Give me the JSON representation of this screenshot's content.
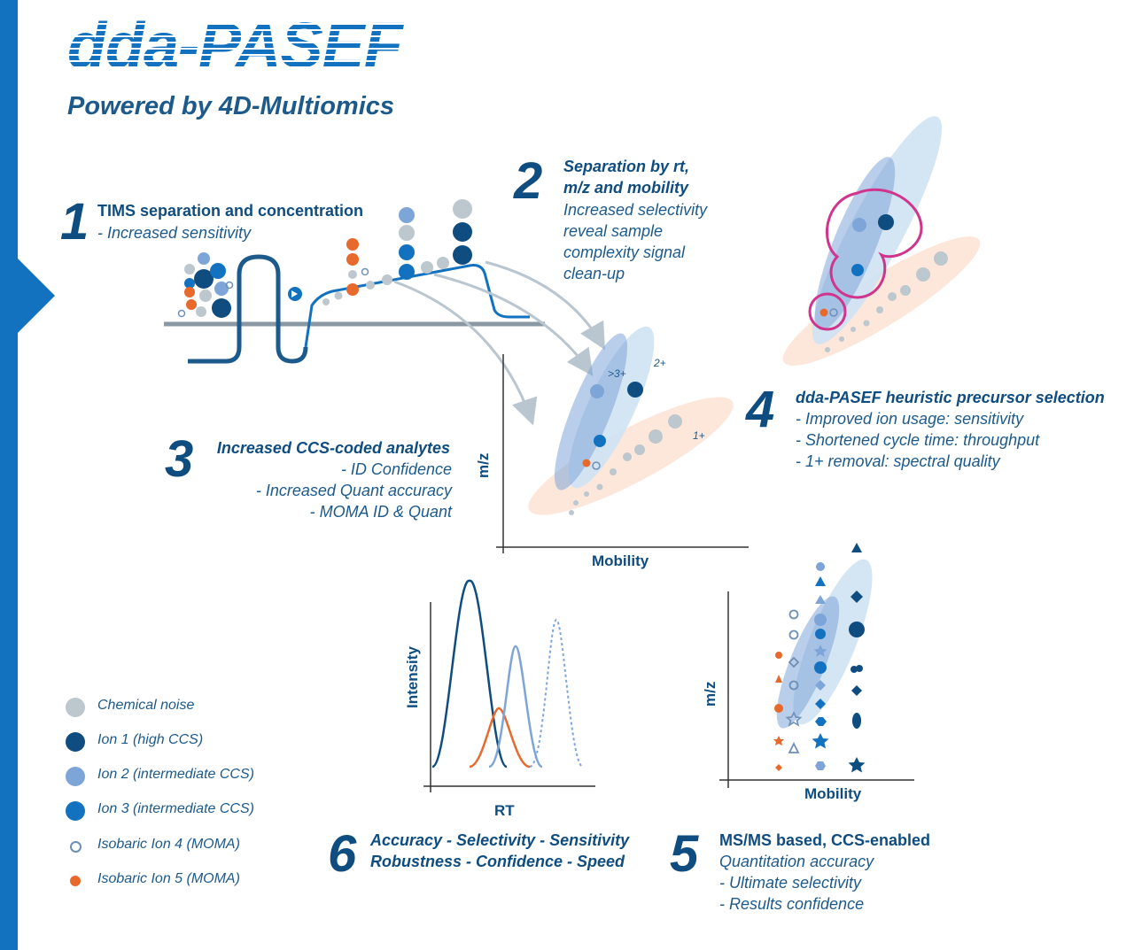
{
  "header": {
    "title": "dda-PASEF",
    "subtitle": "Powered by 4D-Multiomics"
  },
  "step1": {
    "number": "1",
    "title": "TIMS separation and concentration",
    "bullet": "-  Increased sensitivity"
  },
  "step2": {
    "number": "2",
    "title_line1": "Separation by rt,",
    "title_line2": "m/z and mobility",
    "desc": [
      "Increased selectivity",
      "reveal sample",
      "complexity signal",
      "clean-up"
    ]
  },
  "step3": {
    "number": "3",
    "title": "Increased CCS-coded analytes",
    "bullets": [
      "- ID Confidence",
      "- Increased Quant accuracy",
      "- MOMA ID & Quant"
    ]
  },
  "step4": {
    "number": "4",
    "title": "dda-PASEF heuristic precursor selection",
    "bullets": [
      "- Improved ion usage: sensitivity",
      "- Shortened cycle time: throughput",
      "- 1+ removal: spectral quality"
    ]
  },
  "step5": {
    "number": "5",
    "title": "MS/MS based, CCS-enabled",
    "bullets": [
      "Quantitation accuracy",
      "- Ultimate selectivity",
      "- Results confidence"
    ]
  },
  "step6": {
    "number": "6",
    "line1": "Accuracy - Selectivity - Sensitivity",
    "line2": "Robustness -  Confidence - Speed"
  },
  "plot_mz_mobility": {
    "ylabel": "m/z",
    "xlabel": "Mobility",
    "charge_labels": [
      ">3+",
      "2+",
      "1+"
    ]
  },
  "plot_rt": {
    "ylabel": "Intensity",
    "xlabel": "RT"
  },
  "plot_mz_mobility_2": {
    "ylabel": "m/z",
    "xlabel": "Mobility"
  },
  "legend": [
    {
      "label": "Chemical noise",
      "color": "#bcc7ce",
      "kind": "filled",
      "size": 22
    },
    {
      "label": "Ion 1 (high CCS)",
      "color": "#0f4d80",
      "kind": "filled",
      "size": 22
    },
    {
      "label": "Ion 2 (intermediate CCS)",
      "color": "#7ea5d8",
      "kind": "filled",
      "size": 22
    },
    {
      "label": "Ion 3 (intermediate CCS)",
      "color": "#1272c0",
      "kind": "filled",
      "size": 22
    },
    {
      "label": "Isobaric Ion 4 (MOMA)",
      "color": "#6d8fb8",
      "kind": "ring",
      "size": 13
    },
    {
      "label": "Isobaric Ion 5 (MOMA)",
      "color": "#e8692c",
      "kind": "filled",
      "size": 12
    }
  ],
  "colors": {
    "brand_blue": "#1272c0",
    "dark_blue": "#0f4d80",
    "mid_blue": "#7ea5d8",
    "orange": "#e8692c",
    "grey": "#bcc7ce",
    "magenta": "#d0348c"
  }
}
